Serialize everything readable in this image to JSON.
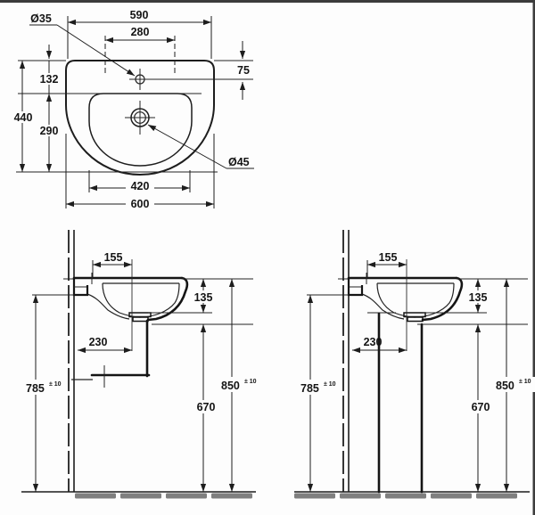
{
  "colors": {
    "line": "#222222",
    "background": "#fdfdfd",
    "floor_hatch": "#7f7f7f",
    "frame": "#3c3c3c"
  },
  "top_view": {
    "dims": {
      "overall_width": "600",
      "upper_width": "590",
      "tap_hole_spacing": "280",
      "tap_hole_diameter": "Ø35",
      "tap_hole_offset": "75",
      "rear_to_bowl": "132",
      "overall_depth": "440",
      "bowl_depth": "290",
      "bowl_width": "420",
      "drain_diameter": "Ø45"
    }
  },
  "side_view_wall_drain": {
    "dims": {
      "front_overhang": "155",
      "rim_to_underside": "135",
      "wall_to_drain": "230",
      "floor_to_outlet": "670",
      "floor_to_underside": "785",
      "floor_to_underside_tol": "± 10",
      "floor_to_rim": "850",
      "floor_to_rim_tol": "± 10"
    }
  },
  "side_view_floor_drain": {
    "dims": {
      "front_overhang": "155",
      "rim_to_underside": "135",
      "wall_to_drain": "230",
      "floor_to_outlet": "670",
      "floor_to_underside": "785",
      "floor_to_underside_tol": "± 10",
      "floor_to_rim": "850",
      "floor_to_rim_tol": "± 10"
    }
  }
}
